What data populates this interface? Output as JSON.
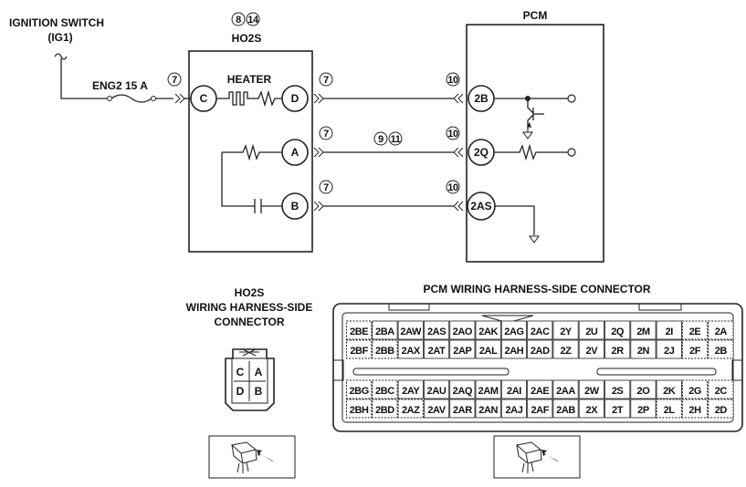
{
  "labels": {
    "ignition_switch": "IGNITION SWITCH",
    "ig1": "(IG1)",
    "fuse": "ENG2 15 A",
    "ho2s_refs": [
      "8",
      "14"
    ],
    "ho2s": "HO2S",
    "heater": "HEATER",
    "pcm": "PCM",
    "mid_refs": [
      "9",
      "11"
    ],
    "ho2s_connector": [
      "HO2S",
      "WIRING HARNESS-SIDE",
      "CONNECTOR"
    ],
    "pcm_connector": "PCM WIRING HARNESS-SIDE CONNECTOR"
  },
  "ho2s_pins": [
    "C",
    "D",
    "A",
    "B"
  ],
  "pcm_pins": [
    "2B",
    "2Q",
    "2AS"
  ],
  "wire_refs": {
    "c_left": "7",
    "d_right": "7",
    "a_right": "7",
    "b_right": "7",
    "pcm_2b": "10",
    "pcm_2q": "10",
    "pcm_2as": "10"
  },
  "ho2s_connector_cavities": [
    [
      "C",
      "A"
    ],
    [
      "D",
      "B"
    ]
  ],
  "pcm_connector_rows": [
    [
      "2BE",
      "2BA",
      "2AW",
      "2AS",
      "2AO",
      "2AK",
      "2AG",
      "2AC",
      "2Y",
      "2U",
      "2Q",
      "2M",
      "2I",
      "2E",
      "2A"
    ],
    [
      "2BF",
      "2BB",
      "2AX",
      "2AT",
      "2AP",
      "2AL",
      "2AH",
      "2AD",
      "2Z",
      "2V",
      "2R",
      "2N",
      "2J",
      "2F",
      "2B"
    ],
    [
      "2BG",
      "2BC",
      "2AY",
      "2AU",
      "2AQ",
      "2AM",
      "2AI",
      "2AE",
      "2AA",
      "2W",
      "2S",
      "2O",
      "2K",
      "2G",
      "2C"
    ],
    [
      "2BH",
      "2BD",
      "2AZ",
      "2AV",
      "2AR",
      "2AN",
      "2AJ",
      "2AF",
      "2AB",
      "2X",
      "2T",
      "2P",
      "2L",
      "2H",
      "2D"
    ]
  ],
  "icons": {
    "connector_view": "connector-probe-arrow-icon",
    "fuse": "fuse-icon",
    "transistor": "transistor-icon",
    "ground": "ground-icon",
    "resistor": "resistor-icon",
    "capacitor": "capacitor-icon",
    "terminal": "open-terminal-icon"
  }
}
